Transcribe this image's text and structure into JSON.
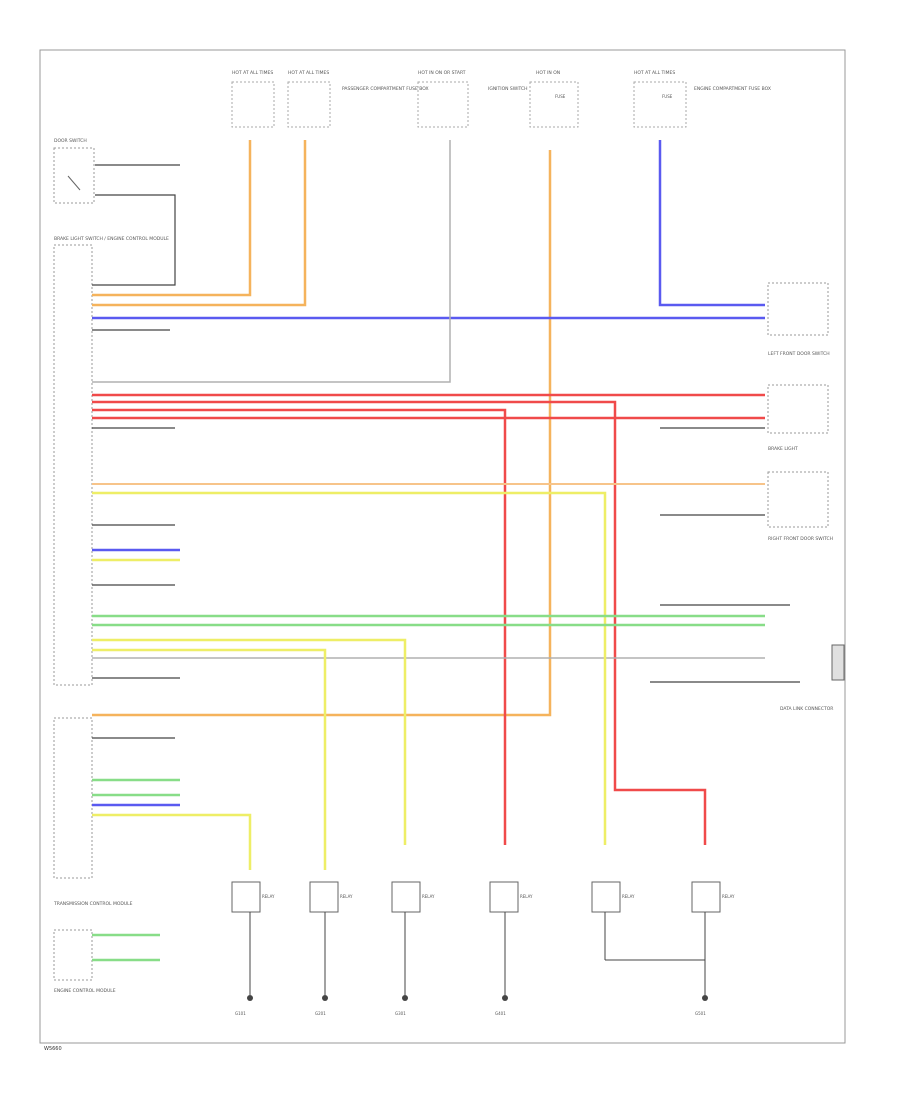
{
  "footer": {
    "code": "W5660"
  },
  "fuse_blocks": [
    {
      "label": "HOT AT ALL TIMES"
    },
    {
      "label": "HOT AT ALL TIMES"
    },
    {
      "label": "HOT IN ON OR START"
    },
    {
      "label": "HOT IN ON",
      "fuse": "FUSE"
    },
    {
      "label": "HOT AT ALL TIMES",
      "fuse": "FUSE"
    }
  ],
  "top_captions": {
    "passenger_fuse_box": "PASSENGER COMPARTMENT FUSE BOX",
    "ignition_switch": "IGNITION SWITCH",
    "engine_fuse_box": "ENGINE COMPARTMENT FUSE BOX"
  },
  "modules": {
    "door_switch": "DOOR SWITCH",
    "brake_module": "BRAKE LIGHT SWITCH / ENGINE CONTROL MODULE",
    "transmission": "TRANSMISSION CONTROL MODULE",
    "engine_control": "ENGINE CONTROL MODULE",
    "lh_switch": "LEFT FRONT DOOR SWITCH",
    "rh_switch": "RIGHT FRONT DOOR SWITCH",
    "brake_light": "BRAKE LIGHT",
    "data_link": "DATA LINK CONNECTOR"
  },
  "wire_colors": {
    "orange": "#f5b35c",
    "blue": "#5a5af0",
    "red": "#f04a4a",
    "light_orange": "#f7c48a",
    "yellow": "#eeee66",
    "green": "#88dd88",
    "gray": "#b0b0b0",
    "black": "#444444"
  },
  "ground_labels": [
    "G101",
    "G201",
    "G301",
    "G401",
    "G501"
  ],
  "relay_labels": [
    "RELAY",
    "RELAY",
    "RELAY",
    "RELAY",
    "RELAY",
    "RELAY"
  ]
}
